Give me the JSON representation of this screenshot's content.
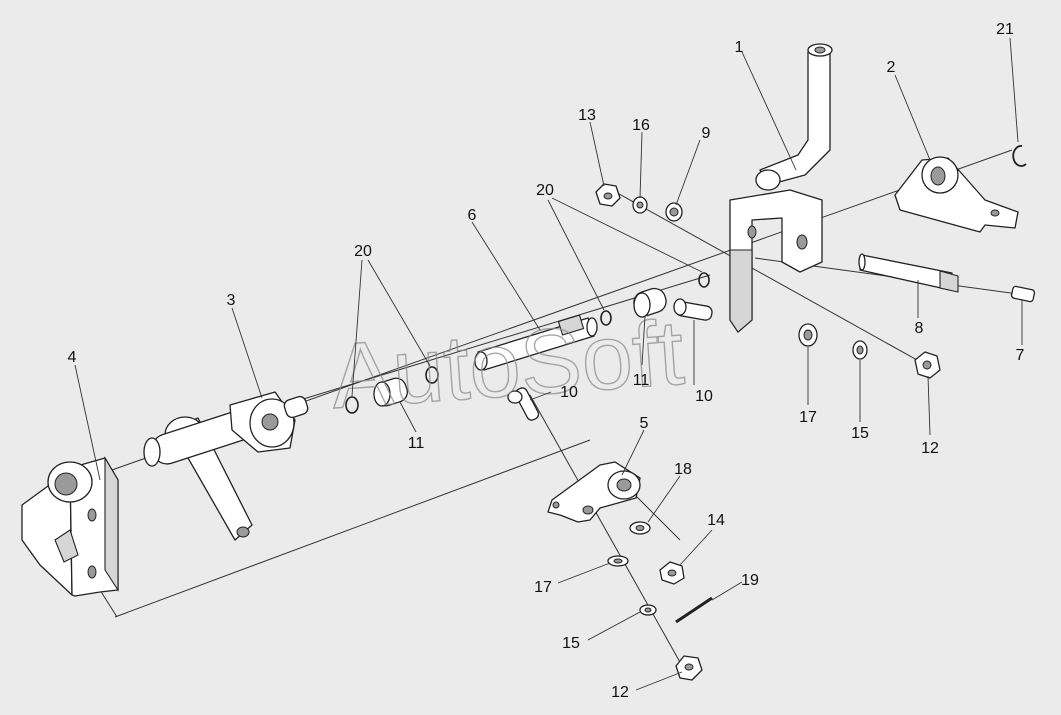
{
  "watermark": "AutoSoft",
  "callouts": [
    {
      "id": "c1",
      "text": "1"
    },
    {
      "id": "c2",
      "text": "2"
    },
    {
      "id": "c3",
      "text": "3"
    },
    {
      "id": "c4",
      "text": "4"
    },
    {
      "id": "c5",
      "text": "5"
    },
    {
      "id": "c6",
      "text": "6"
    },
    {
      "id": "c7",
      "text": "7"
    },
    {
      "id": "c8",
      "text": "8"
    },
    {
      "id": "c9",
      "text": "9"
    },
    {
      "id": "c10a",
      "text": "10"
    },
    {
      "id": "c10b",
      "text": "10"
    },
    {
      "id": "c11a",
      "text": "11"
    },
    {
      "id": "c11b",
      "text": "11"
    },
    {
      "id": "c12a",
      "text": "12"
    },
    {
      "id": "c12b",
      "text": "12"
    },
    {
      "id": "c13",
      "text": "13"
    },
    {
      "id": "c14",
      "text": "14"
    },
    {
      "id": "c15a",
      "text": "15"
    },
    {
      "id": "c15b",
      "text": "15"
    },
    {
      "id": "c16",
      "text": "16"
    },
    {
      "id": "c17a",
      "text": "17"
    },
    {
      "id": "c17b",
      "text": "17"
    },
    {
      "id": "c18",
      "text": "18"
    },
    {
      "id": "c19",
      "text": "19"
    },
    {
      "id": "c20a",
      "text": "20"
    },
    {
      "id": "c20b",
      "text": "20"
    },
    {
      "id": "c21",
      "text": "21"
    }
  ]
}
